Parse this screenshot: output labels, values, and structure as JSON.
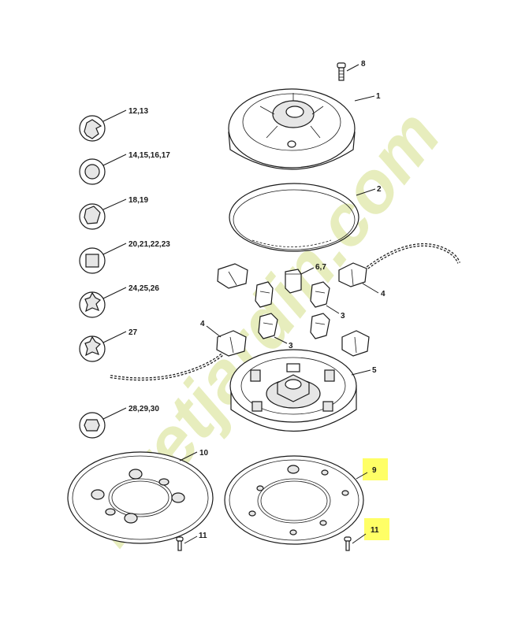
{
  "callouts": {
    "c1": "1",
    "c2": "2",
    "c3a": "3",
    "c3b": "3",
    "c4a": "4",
    "c4b": "4",
    "c5": "5",
    "c67": "6,7",
    "c8": "8",
    "c9": "9",
    "c10": "10",
    "c11a": "11",
    "c11b": "11"
  },
  "line_types": {
    "t1": "12,13",
    "t2": "14,15,16,17",
    "t3": "18,19",
    "t4": "20,21,22,23",
    "t5": "24,25,26",
    "t6": "27",
    "t7": "28,29,30"
  },
  "watermark": "foretjardin.com",
  "colors": {
    "highlight": "#ffff66",
    "watermark": "#dfe8a8",
    "ink": "#1a1a1a"
  }
}
